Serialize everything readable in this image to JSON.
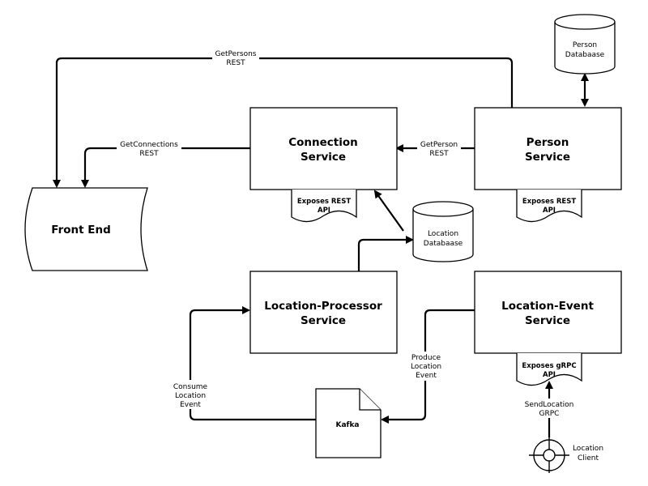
{
  "services": {
    "connection": [
      "Connection",
      "Service"
    ],
    "person": [
      "Person",
      "Service"
    ],
    "location_processor": [
      "Location-Processor",
      "Service"
    ],
    "location_event": [
      "Location-Event",
      "Service"
    ]
  },
  "front_end": "Front End",
  "databases": {
    "person": [
      "Person",
      "Databaase"
    ],
    "location": [
      "Location",
      "Databaase"
    ]
  },
  "documents": {
    "connection_api": [
      "Exposes REST",
      "API"
    ],
    "person_api": [
      "Exposes REST",
      "API"
    ],
    "location_event_api": [
      "Exposes gRPC",
      "API"
    ]
  },
  "kafka": "Kafka",
  "location_client": [
    "Location",
    "Client"
  ],
  "edge_labels": {
    "get_persons": [
      "GetPersons",
      "REST"
    ],
    "get_connections": [
      "GetConnections",
      "REST"
    ],
    "get_person": [
      "GetPerson",
      "REST"
    ],
    "produce_event": [
      "Produce",
      "Location",
      "Event"
    ],
    "consume_event": [
      "Consume",
      "Location",
      "Event"
    ],
    "send_location": [
      "SendLocation",
      "GRPC"
    ]
  }
}
